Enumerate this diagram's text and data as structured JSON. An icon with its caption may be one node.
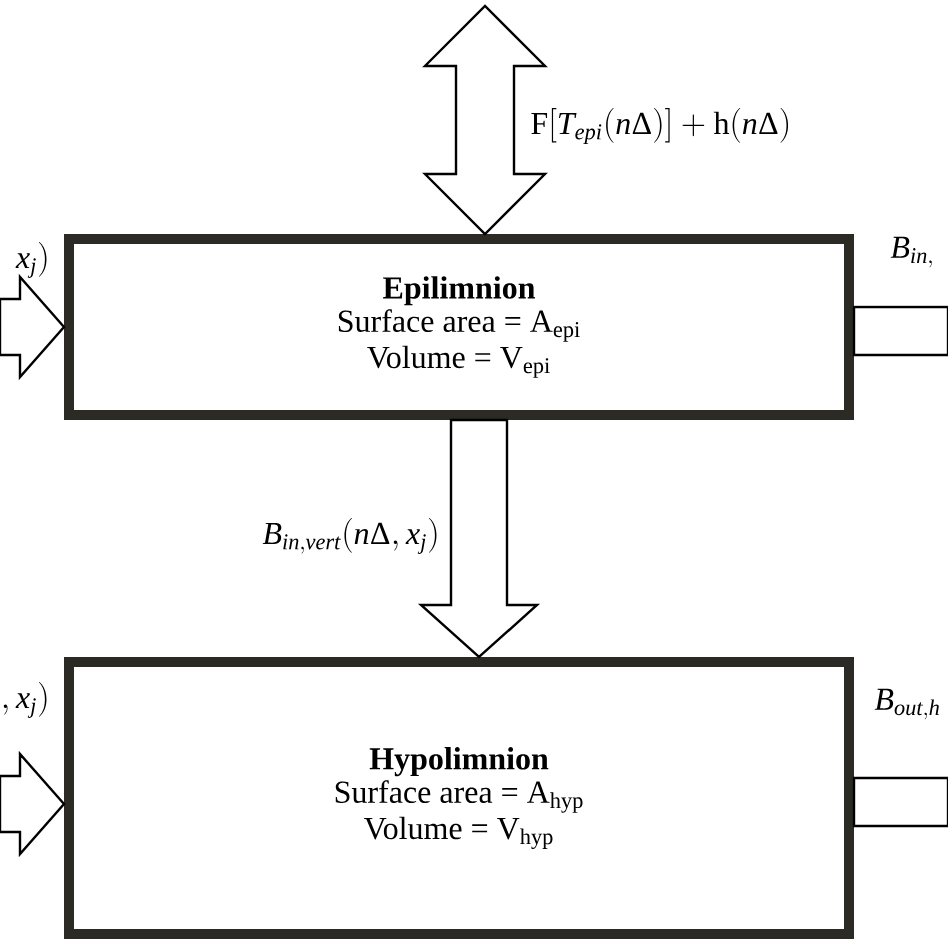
{
  "diagram": {
    "nodes": [
      {
        "text": [
          "Epilimnion",
          "Surface area = A$_{epi}$",
          "Volume = V$_{epi}$"
        ]
      },
      {
        "text": [
          "Hypolimnion",
          "Surface area = A$_{hyp}$",
          "Volume = V$_{hyp}$"
        ]
      }
    ],
    "edges": [
      {
        "from": null,
        "to": 0,
        "arrow": "both",
        "label": "\\mathrm{F}[T_{epi}(n\\Delta)]+\\mathrm{h}(n\\Delta)"
      },
      {
        "from": null,
        "to": 0,
        "arrow": "to",
        "label": "x_{j})"
      },
      {
        "from": 0,
        "to": null,
        "arrow": "none",
        "label": "B_{in,}"
      },
      {
        "from": 0,
        "to": 1,
        "arrow": "to",
        "label": "B_{in,vert}(n\\Delta,x_{j})"
      },
      {
        "from": null,
        "to": 1,
        "arrow": "to",
        "label": ",x_{j})"
      },
      {
        "from": 1,
        "to": null,
        "arrow": "none",
        "label": "B_{out,h}"
      }
    ]
  }
}
